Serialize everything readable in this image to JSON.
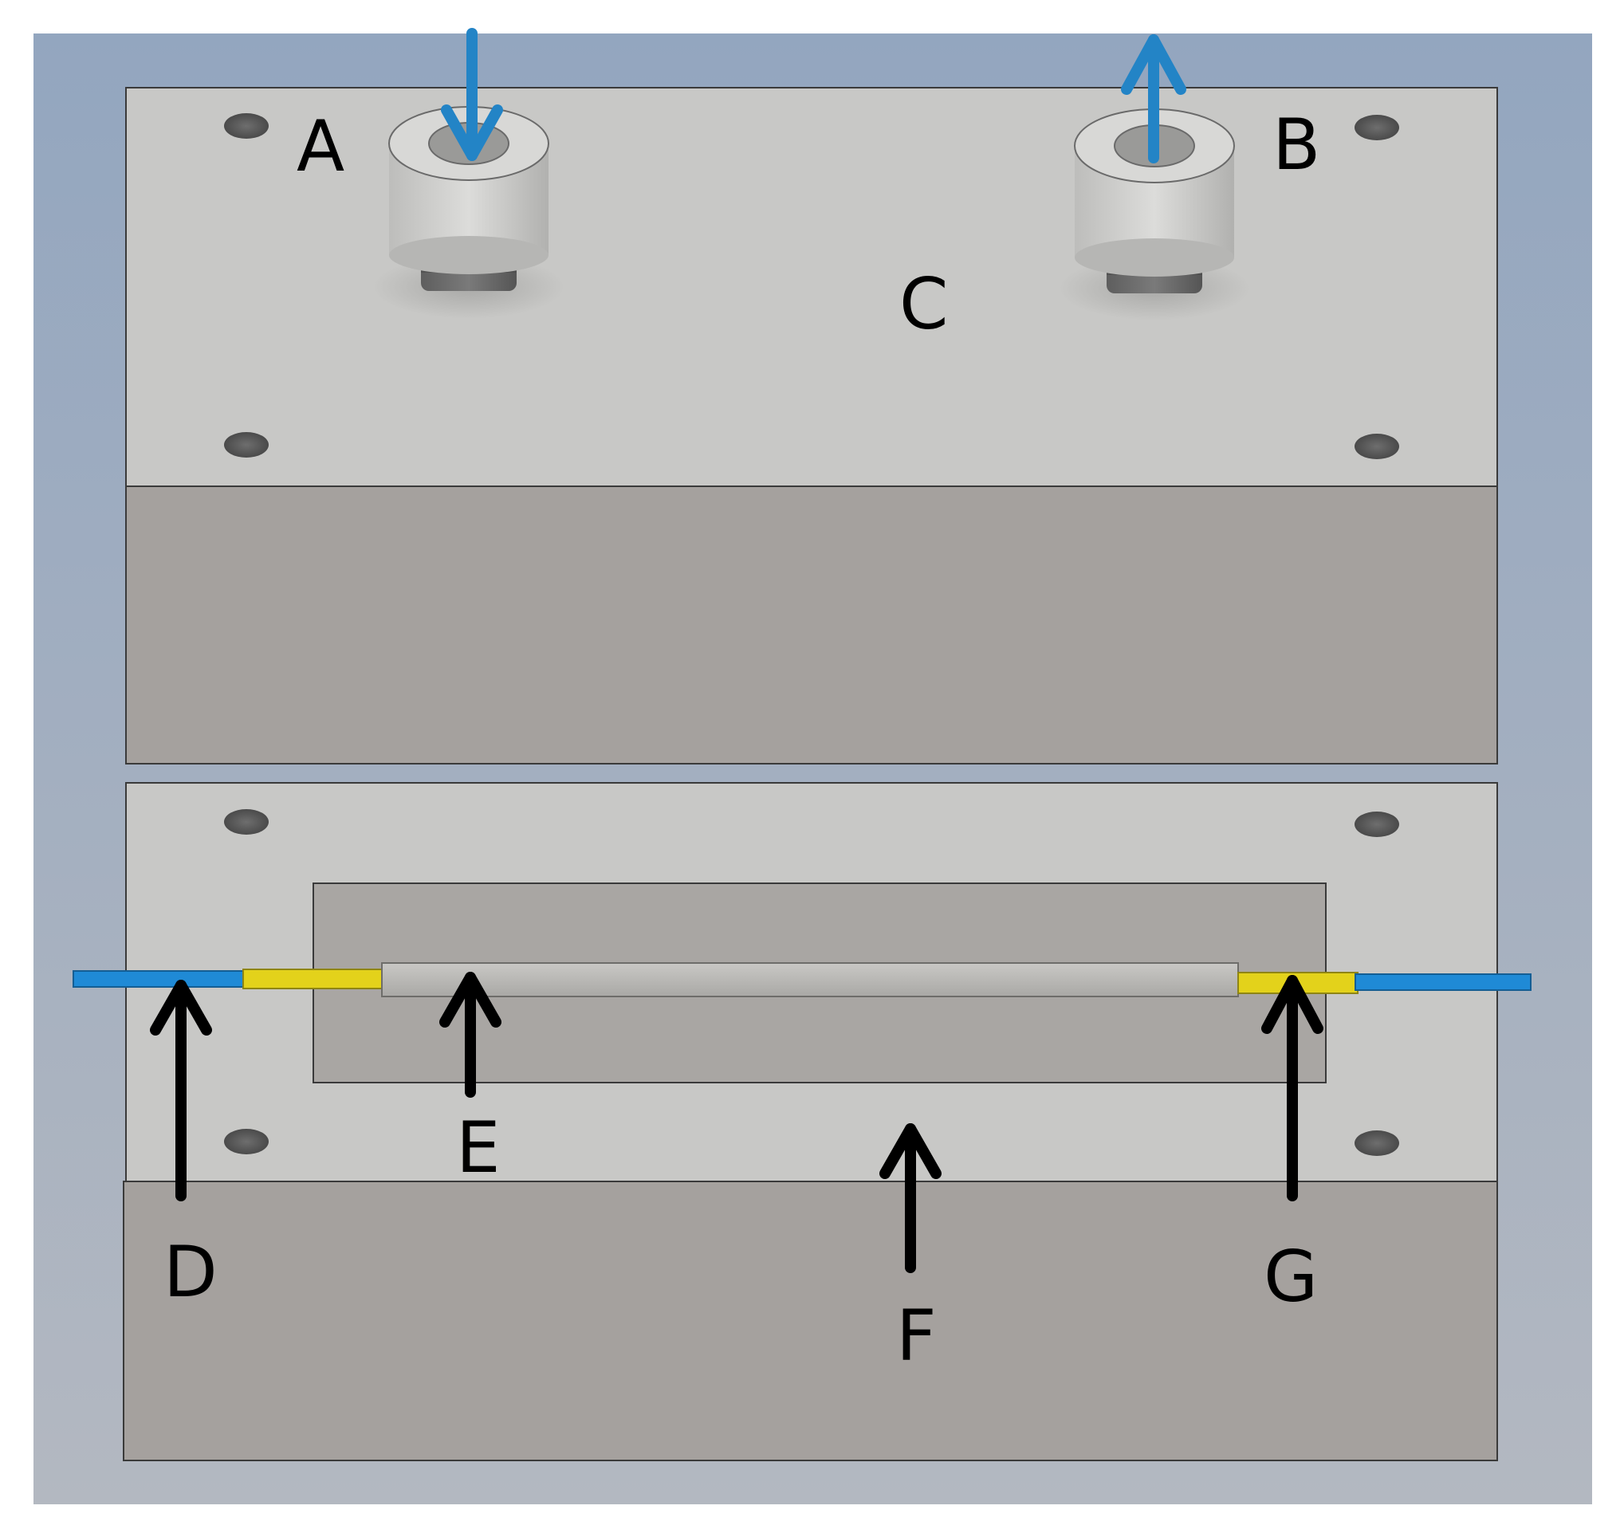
{
  "labels": {
    "a": "A",
    "b": "B",
    "c": "C",
    "d": "D",
    "e": "E",
    "f": "F",
    "g": "G"
  },
  "colors": {
    "background": "#9aa9bc",
    "plate_top": "#c8c8c6",
    "plate_side": "#a5a19e",
    "recess": "#a9a6a3",
    "fitting": "#d6d6d4",
    "flow_arrow": "#2384c6",
    "pointer_arrow": "#000000",
    "fiber": "#1f8ad6",
    "sleeve": "#e3d21b",
    "tube": "#b8b7b4"
  },
  "icons": {
    "flow_in": "arrow-down-icon",
    "flow_out": "arrow-up-icon",
    "pointer": "arrow-up-icon"
  }
}
